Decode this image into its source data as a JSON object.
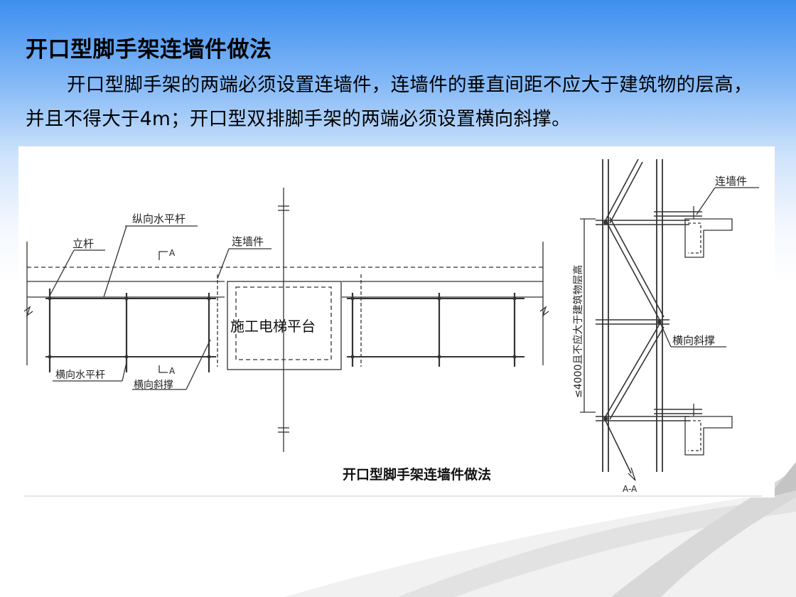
{
  "slide": {
    "title": "开口型脚手架连墙件做法",
    "paragraph": "开口型脚手架的两端必须设置连墙件，连墙件的垂直间距不应大于建筑物的层高，并且不得大于4m；开口型双排脚手架的两端必须设置横向斜撑。"
  },
  "figure": {
    "caption": "开口型脚手架连墙件做法",
    "plan_view": {
      "label_standard": "立杆",
      "label_longitudinal_bar": "纵向水平杆",
      "label_wall_tie": "连墙件",
      "label_transverse_bar": "横向水平杆",
      "label_transverse_brace": "横向斜撑",
      "label_elevator_platform": "施工电梯平台",
      "section_mark_top": "A",
      "section_mark_bottom": "A"
    },
    "section_view": {
      "label_wall_tie": "连墙件",
      "label_transverse_brace": "横向斜撑",
      "label_spacing": "≤4000且不应大于建筑物层高",
      "label_section": "A-A"
    }
  }
}
